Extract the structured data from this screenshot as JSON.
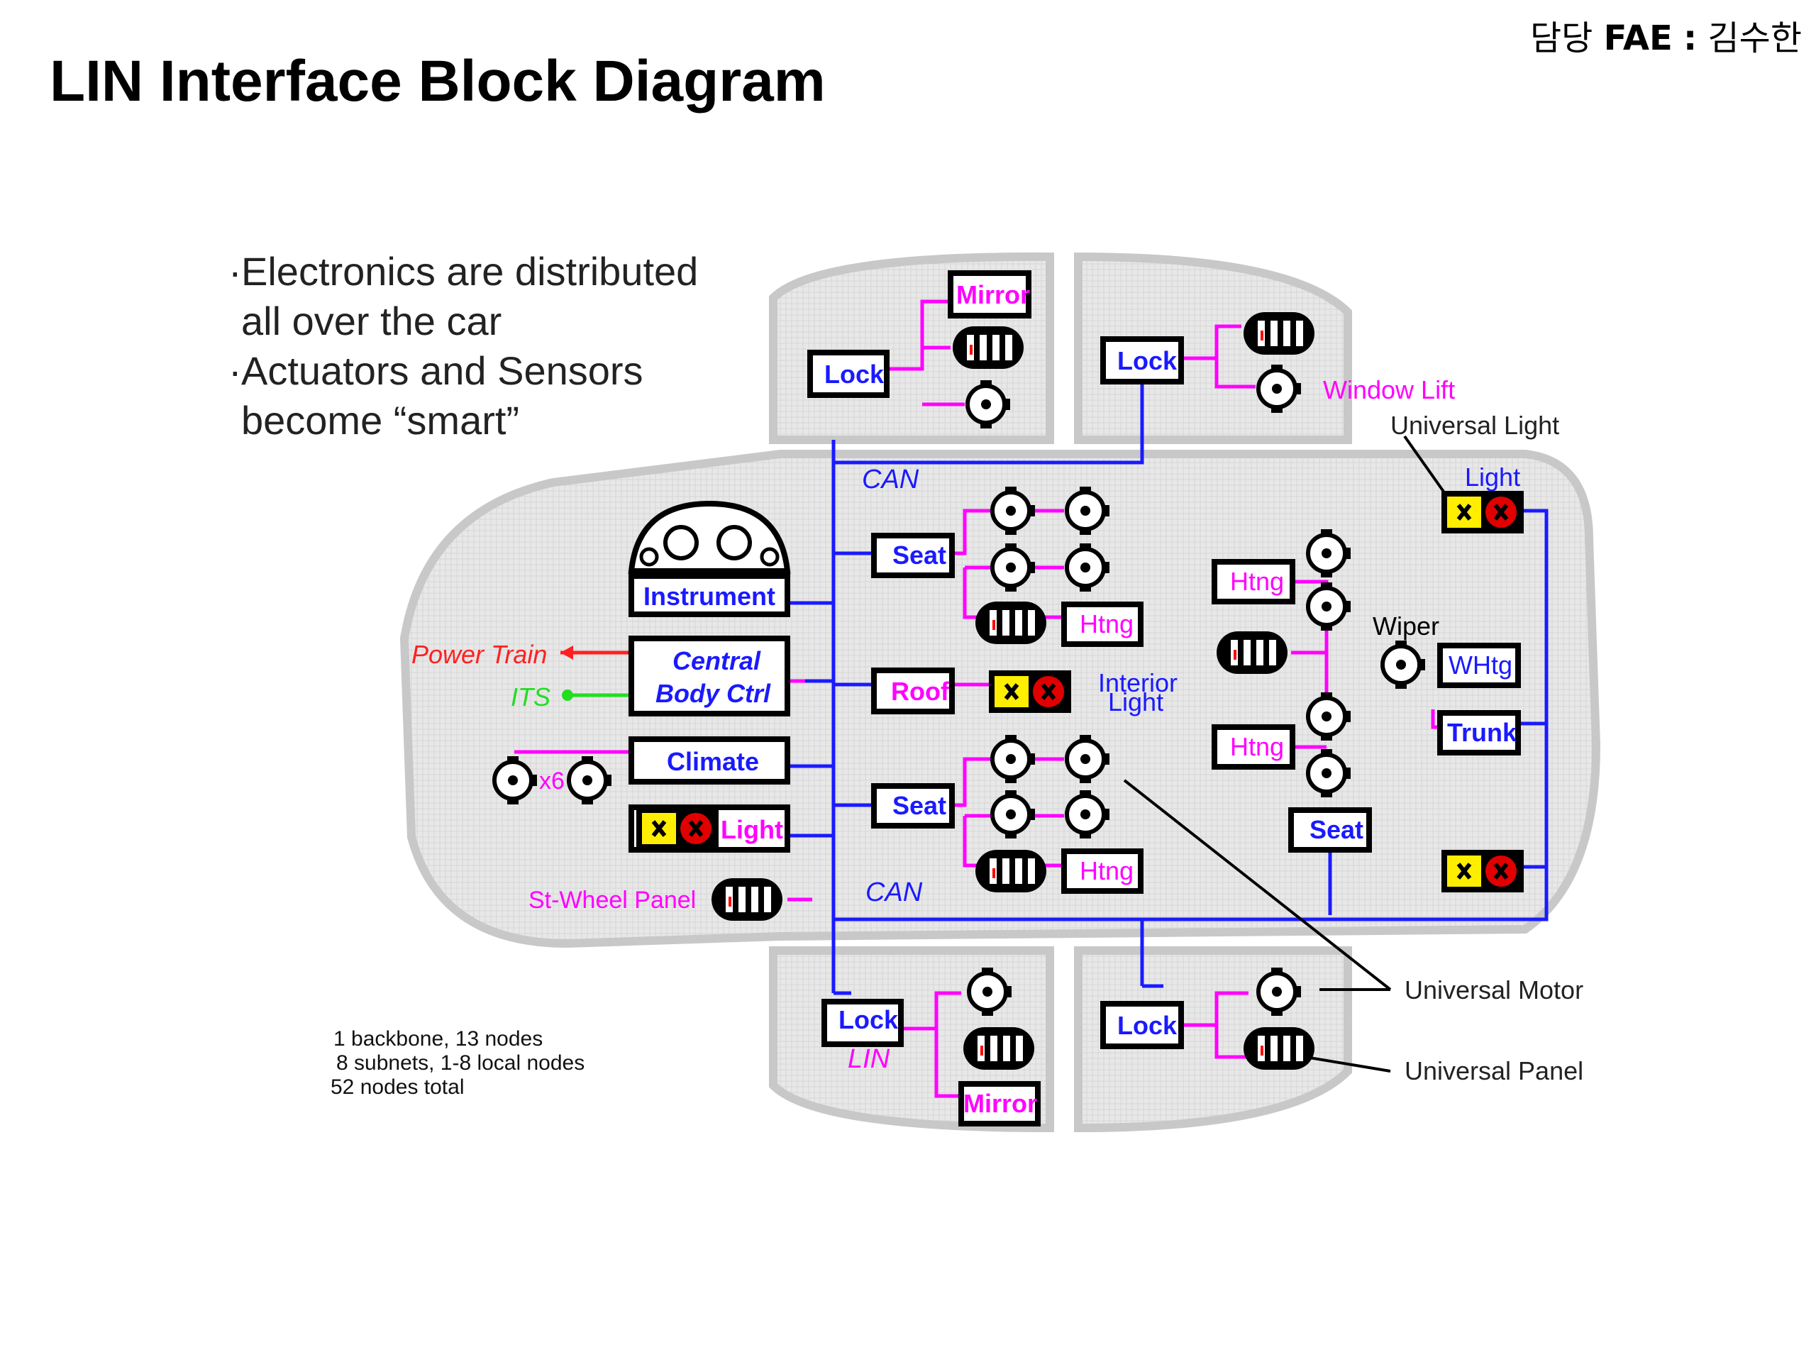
{
  "header": {
    "title": "LIN Interface Block Diagram",
    "fae_prefix": "담당",
    "fae_label": "FAE",
    "fae_sep": ":",
    "fae_name": "김수한"
  },
  "bullets": [
    {
      "line1": "Electronics are distributed",
      "line2": "all over the car"
    },
    {
      "line1": "Actuators and Sensors",
      "line2": "become “smart”"
    }
  ],
  "stats": [
    "1 backbone, 13 nodes",
    "8 subnets, 1-8 local nodes",
    "52 nodes total"
  ],
  "colors": {
    "bus": "#1a1aff",
    "lin": "#ff00ff",
    "power": "#ff2020",
    "its": "#22dd22",
    "car": "#c8c8c8"
  },
  "diagram": {
    "bus_labels": {
      "can_top": "CAN",
      "can_bottom": "CAN",
      "lin": "LIN"
    },
    "signals": {
      "power_train": "Power Train",
      "its": "ITS"
    },
    "center_nodes": {
      "instrument": "Instrument",
      "central1": "Central",
      "central2": "Body Ctrl",
      "climate": "Climate",
      "light": "Light",
      "x6": "x6",
      "st_wheel": "St-Wheel Panel"
    },
    "front_left_door": {
      "lock": "Lock",
      "mirror": "Mirror"
    },
    "front_right_door": {
      "lock": "Lock",
      "window_lift": "Window Lift"
    },
    "rear_left_door": {
      "lock": "Lock",
      "mirror": "Mirror"
    },
    "rear_right_door": {
      "lock": "Lock"
    },
    "seat_front": {
      "seat": "Seat",
      "htng": "Htng"
    },
    "roof": {
      "roof": "Roof",
      "interior1": "Interior",
      "interior2": "Light"
    },
    "seat_rear": {
      "seat": "Seat",
      "htng": "Htng"
    },
    "right_area": {
      "htng1": "Htng",
      "htng2": "Htng",
      "seat": "Seat",
      "wiper": "Wiper",
      "whtg": "WHtg",
      "trunk": "Trunk",
      "light": "Light"
    },
    "callouts": {
      "universal_light": "Universal Light",
      "universal_motor": "Universal Motor",
      "universal_panel": "Universal Panel"
    }
  }
}
